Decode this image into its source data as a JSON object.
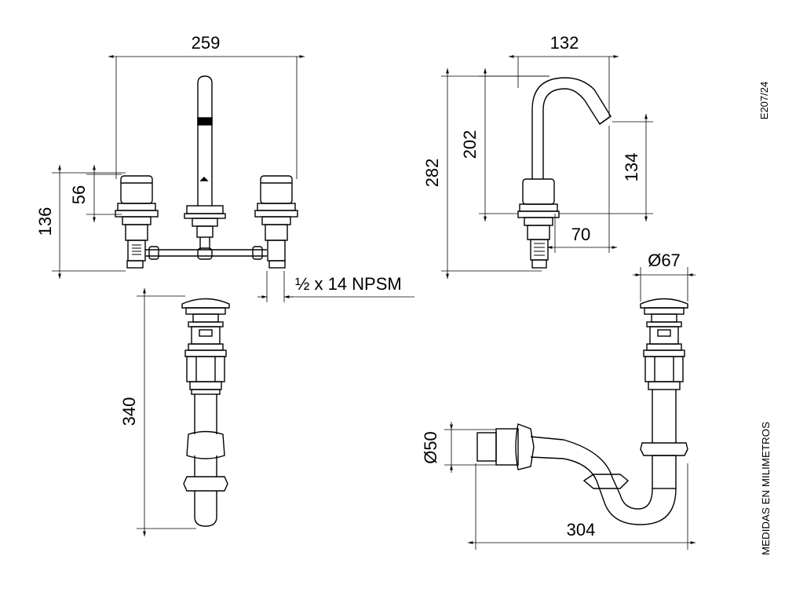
{
  "code": "E207/24",
  "units_note": "MEDIDAS EN MILIMETROS",
  "dimensions": {
    "faucet_width": "259",
    "faucet_height": "136",
    "handle_height": "56",
    "thread": "½ x 14 NPSM",
    "spout_reach": "132",
    "spout_total_height": "282",
    "spout_body_height": "202",
    "spout_outlet_height": "134",
    "spout_depth": "70",
    "drain_length": "340",
    "drain_diameter": "Ø67",
    "trap_outlet_diameter": "Ø50",
    "trap_width": "304"
  }
}
